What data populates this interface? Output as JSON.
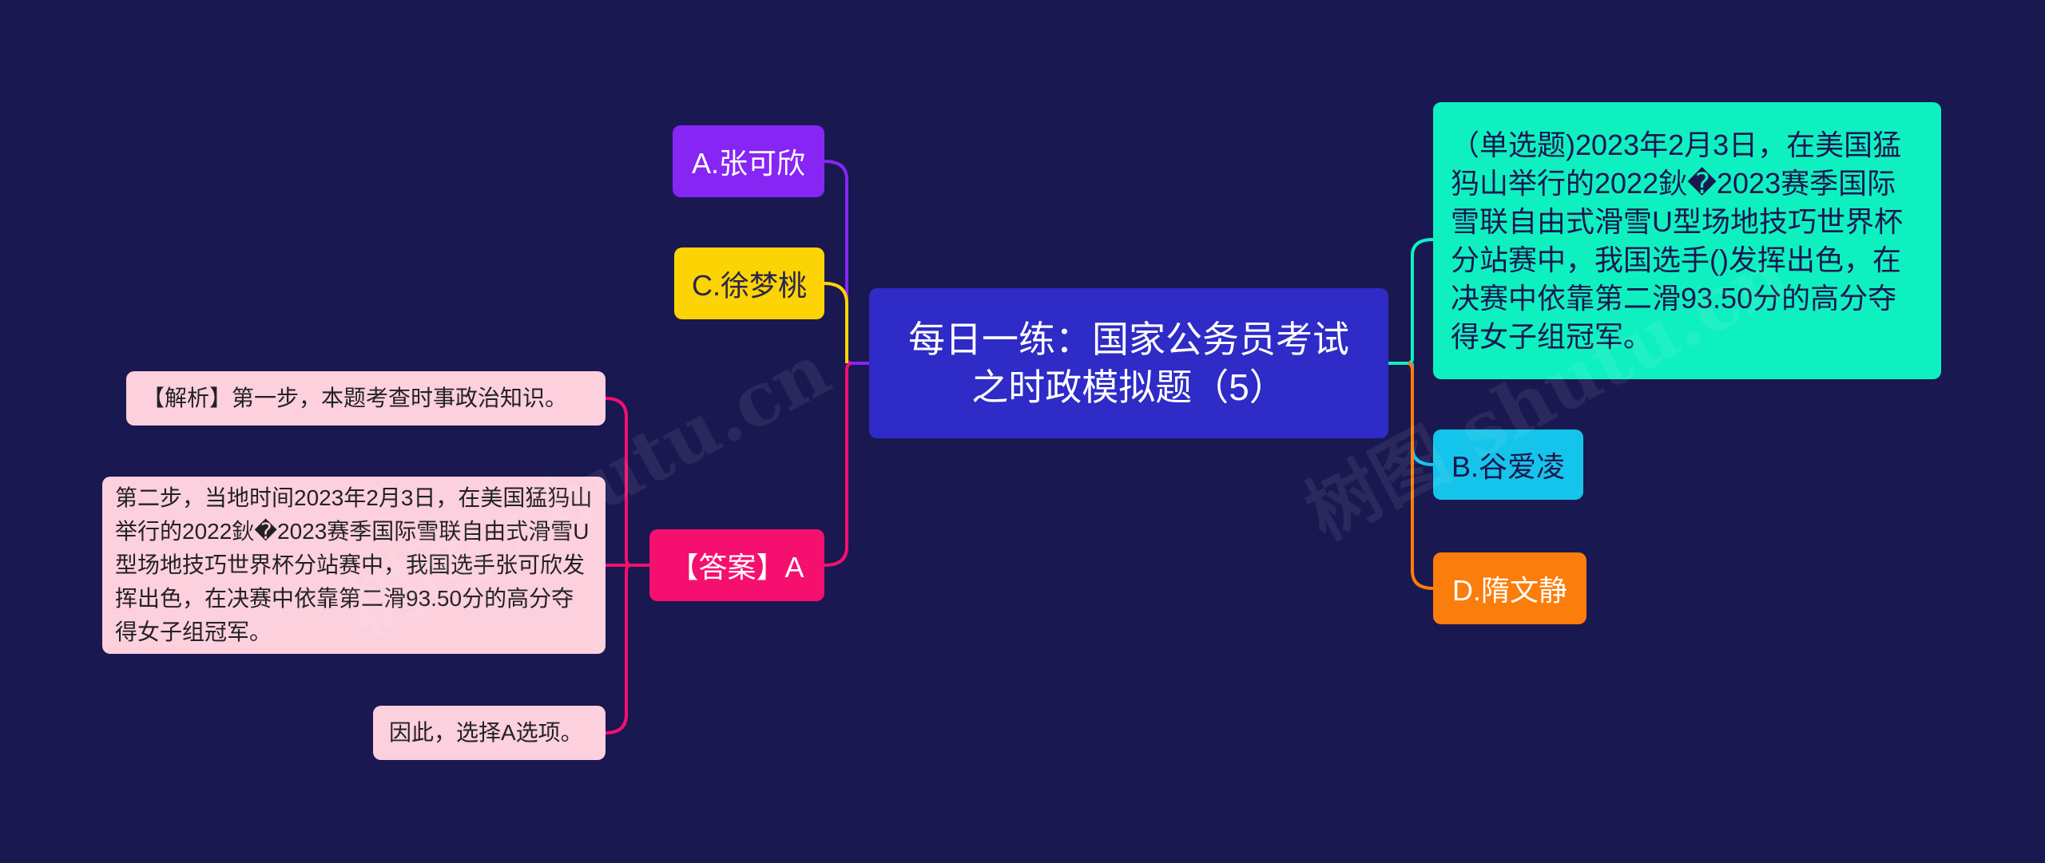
{
  "center": {
    "title": "每日一练：国家公务员考试之时政模拟题（5）"
  },
  "right": {
    "question": "（单选题)2023年2月3日，在美国猛犸山举行的2022鈥�2023赛季国际雪联自由式滑雪U型场地技巧世界杯分站赛中，我国选手()发挥出色，在决赛中依靠第二滑93.50分的高分夺得女子组冠军。",
    "option_b": "B.谷爱凌",
    "option_d": "D.隋文静"
  },
  "left": {
    "option_a": "A.张可欣",
    "option_c": "C.徐梦桃",
    "answer": "【答案】A",
    "explanation": [
      "【解析】第一步，本题考查时事政治知识。",
      "第二步，当地时间2023年2月3日，在美国猛犸山举行的2022鈥�2023赛季国际雪联自由式滑雪U型场地技巧世界杯分站赛中，我国选手张可欣发挥出色，在决赛中依靠第二滑93.50分的高分夺得女子组冠军。",
      "因此，选择A选项。"
    ]
  },
  "watermark": "树图 shutu.cn",
  "colors": {
    "background": "#1a1850",
    "center": "#2e2bc7",
    "question": "#0ff0c1",
    "option_b": "#15c4ea",
    "option_d": "#fb7d0b",
    "option_a": "#8725f5",
    "option_c": "#fdd403",
    "answer": "#f50f6e",
    "explanation": "#fdd0de"
  }
}
